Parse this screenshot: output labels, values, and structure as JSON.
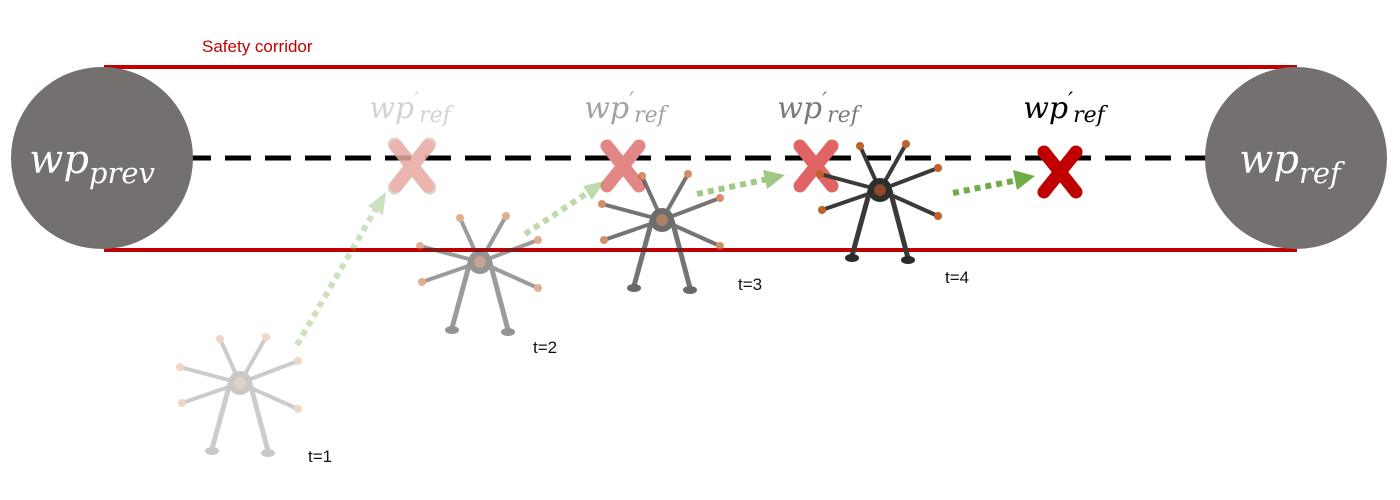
{
  "corridor": {
    "label": "Safety corridor",
    "line_color": "#c00000"
  },
  "start_waypoint": {
    "base": "wp",
    "subscript": "prev"
  },
  "end_waypoint": {
    "base": "wp",
    "subscript": "ref"
  },
  "waypoint_fill": "#757070",
  "intermediate_waypoints": [
    {
      "base": "wp",
      "prime": "′",
      "subscript": "ref",
      "opacity": 0.25
    },
    {
      "base": "wp",
      "prime": "′",
      "subscript": "ref",
      "opacity": 0.45
    },
    {
      "base": "wp",
      "prime": "′",
      "subscript": "ref",
      "opacity": 0.6
    },
    {
      "base": "wp",
      "prime": "′",
      "subscript": "ref",
      "opacity": 1.0
    }
  ],
  "drones": [
    {
      "time_label": "t=1",
      "opacity": 0.25
    },
    {
      "time_label": "t=2",
      "opacity": 0.5
    },
    {
      "time_label": "t=3",
      "opacity": 0.7
    },
    {
      "time_label": "t=4",
      "opacity": 1.0
    }
  ],
  "colors": {
    "target_marker": "#c00000",
    "motion_arrow": "#70ad47",
    "drone_frame": "#3a3a3a",
    "drone_motor": "#c0602a"
  }
}
